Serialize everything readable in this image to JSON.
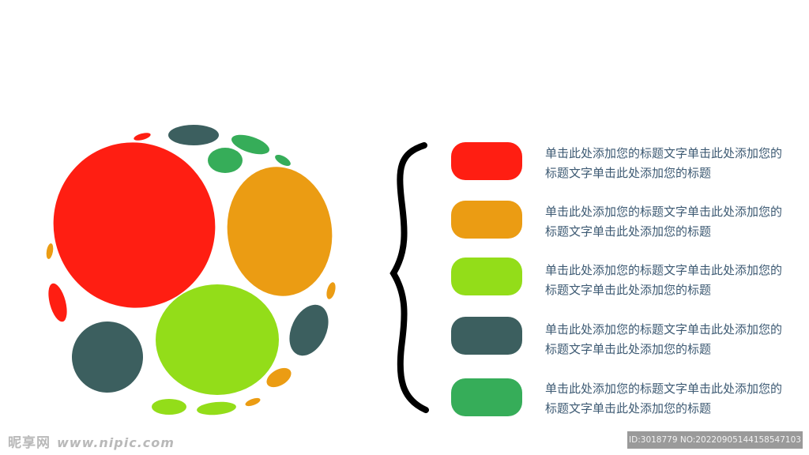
{
  "colors": {
    "red": "#ff1e12",
    "orange": "#eb9c13",
    "lime": "#93dd19",
    "slate": "#3c5f5f",
    "green": "#36ad59",
    "text": "#3d5a73",
    "brace": "#000000"
  },
  "items": [
    {
      "color_key": "red",
      "text": "单击此处添加您的标题文字单击此处添加您的标题文字单击此处添加您的标题"
    },
    {
      "color_key": "orange",
      "text": "单击此处添加您的标题文字单击此处添加您的标题文字单击此处添加您的标题"
    },
    {
      "color_key": "lime",
      "text": "单击此处添加您的标题文字单击此处添加您的标题文字单击此处添加您的标题"
    },
    {
      "color_key": "slate",
      "text": "单击此处添加您的标题文字单击此处添加您的标题文字单击此处添加您的标题"
    },
    {
      "color_key": "green",
      "text": "单击此处添加您的标题文字单击此处添加您的标题文字单击此处添加您的标题"
    }
  ],
  "watermark": {
    "site": "昵享网",
    "url": "www.nipic.com",
    "id_text": "ID:3018779 NO:20220905144158547103"
  }
}
